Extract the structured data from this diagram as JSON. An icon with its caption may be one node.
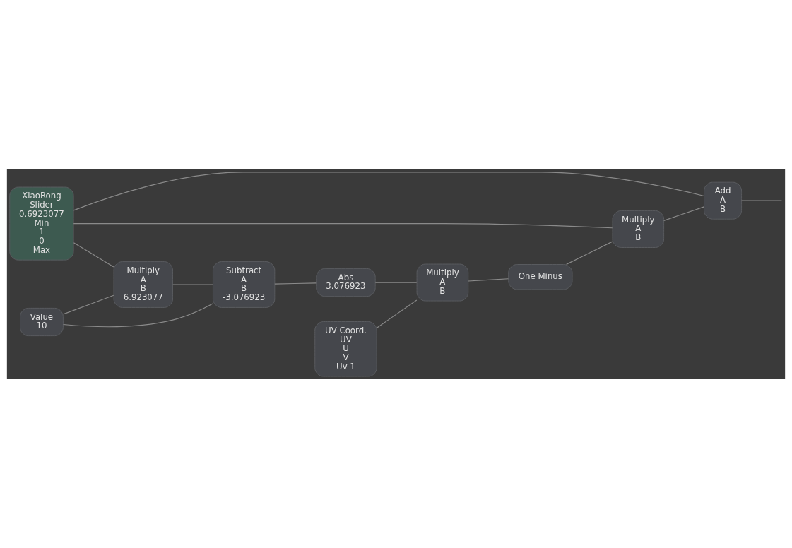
{
  "diagram": {
    "nodes": [
      {
        "text": [
          "XiaoRong",
          "Slider",
          "0.6923077",
          "Min",
          "1",
          "0",
          "Max"
        ]
      },
      {
        "text": [
          "Multiply",
          "A",
          "B",
          "6.923077"
        ]
      },
      {
        "text": [
          "Value",
          "10"
        ]
      },
      {
        "text": [
          "Subtract",
          "A",
          "B",
          "-3.076923"
        ]
      },
      {
        "text": [
          "Abs",
          "3.076923"
        ]
      },
      {
        "text": [
          "Add",
          "A",
          "B"
        ]
      },
      {
        "text": [
          "UV Coord.",
          "UV",
          "U",
          "V",
          "Uv 1"
        ]
      },
      {
        "text": [
          "Multiply",
          "A",
          "B"
        ]
      },
      {
        "text": [
          "One Minus"
        ]
      },
      {
        "text": [
          "Multiply",
          "A",
          "B"
        ]
      }
    ],
    "edges": [
      {
        "from": 0,
        "to": 1,
        "arrow": "none"
      },
      {
        "from": 0,
        "to": 5,
        "arrow": "none"
      },
      {
        "from": 0,
        "to": 9,
        "arrow": "none"
      },
      {
        "from": 2,
        "to": 1,
        "arrow": "none"
      },
      {
        "from": 2,
        "to": 3,
        "arrow": "none"
      },
      {
        "from": 1,
        "to": 3,
        "arrow": "none"
      },
      {
        "from": 3,
        "to": 4,
        "arrow": "none"
      },
      {
        "from": 4,
        "to": 7,
        "arrow": "none"
      },
      {
        "from": 6,
        "to": 7,
        "arrow": "none"
      },
      {
        "from": 7,
        "to": 8,
        "arrow": "none"
      },
      {
        "from": 8,
        "to": 9,
        "arrow": "none"
      },
      {
        "from": 9,
        "to": 5,
        "arrow": "none"
      },
      {
        "from": 5,
        "to": null,
        "arrow": "none"
      }
    ]
  }
}
